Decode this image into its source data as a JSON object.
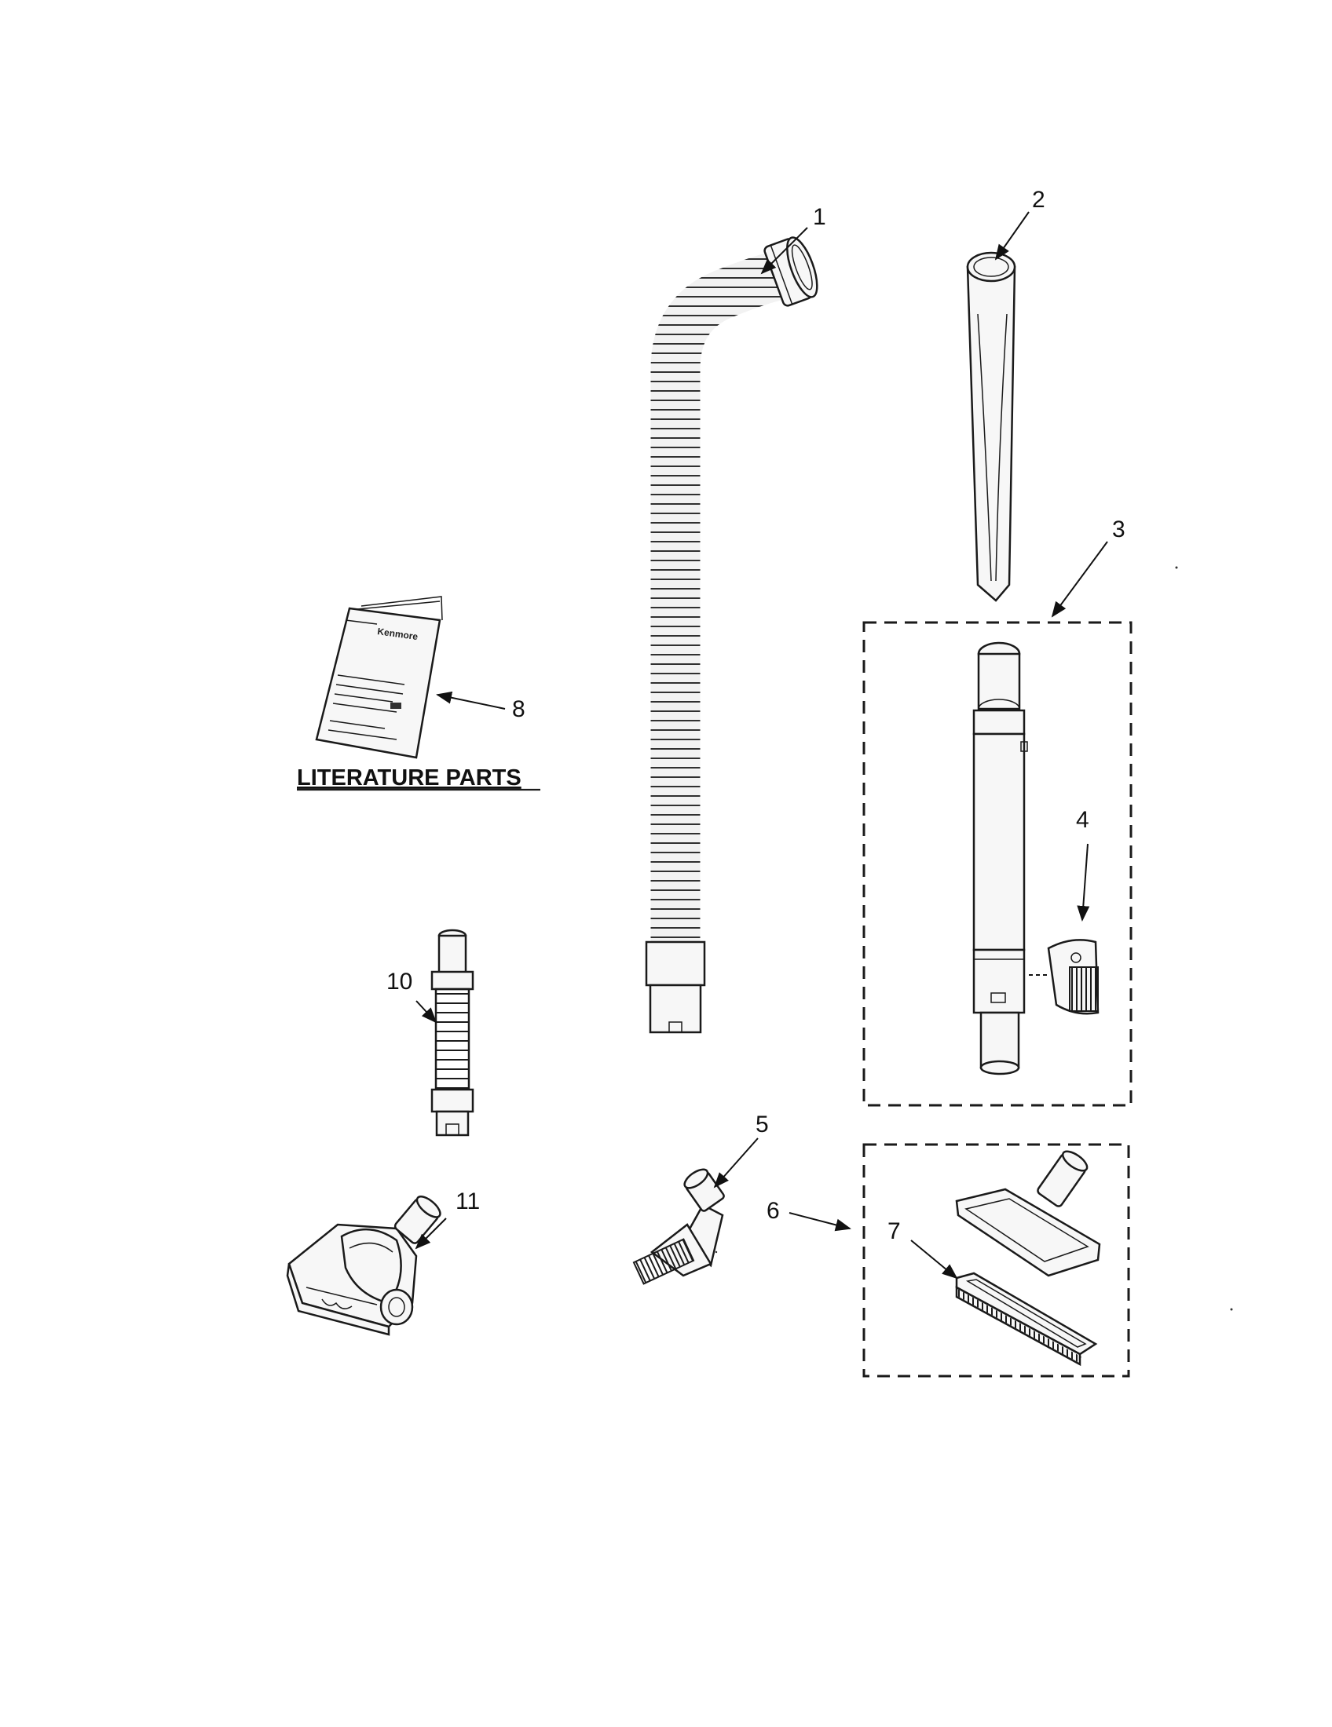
{
  "callouts": {
    "c1": "1",
    "c2": "2",
    "c3": "3",
    "c4": "4",
    "c5": "5",
    "c6": "6",
    "c7": "7",
    "c8": "8",
    "c10": "10",
    "c11": "11"
  },
  "literature_label": "LITERATURE PARTS",
  "booklet": {
    "brand": "Kenmore"
  }
}
